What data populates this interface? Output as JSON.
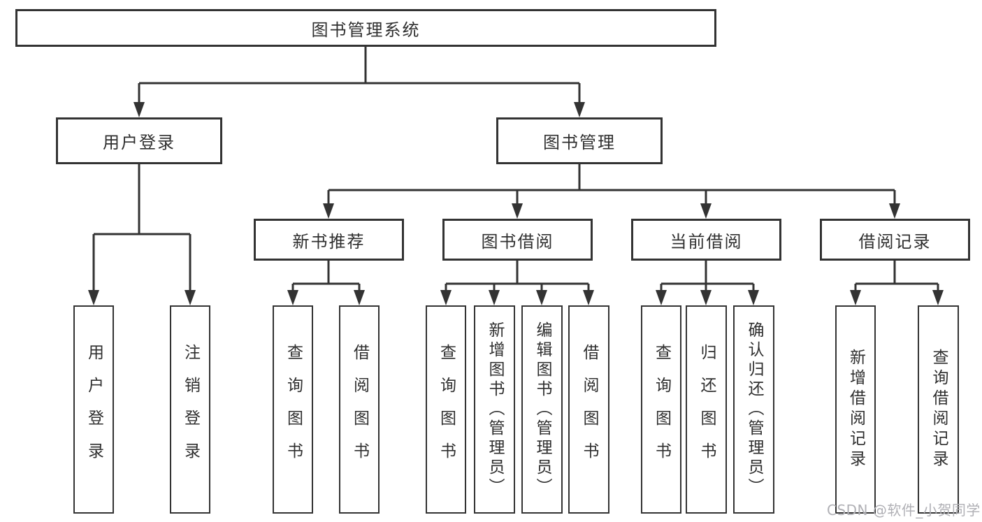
{
  "diagram": {
    "root": {
      "label": "图书管理系统"
    },
    "branches": {
      "user_login": {
        "label": "用户登录",
        "children": [
          {
            "label": "用户登录"
          },
          {
            "label": "注销登录"
          }
        ]
      },
      "book_management": {
        "label": "图书管理",
        "sections": [
          {
            "label": "新书推荐",
            "children": [
              {
                "label": "查询图书"
              },
              {
                "label": "借阅图书"
              }
            ]
          },
          {
            "label": "图书借阅",
            "children": [
              {
                "label": "查询图书"
              },
              {
                "label": "新增图书（管理员）"
              },
              {
                "label": "编辑图书（管理员）"
              },
              {
                "label": "借阅图书"
              }
            ]
          },
          {
            "label": "当前借阅",
            "children": [
              {
                "label": "查询图书"
              },
              {
                "label": "归还图书"
              },
              {
                "label": "确认归还（管理员）"
              }
            ]
          },
          {
            "label": "借阅记录",
            "children": [
              {
                "label": "新增借阅记录"
              },
              {
                "label": "查询借阅记录"
              }
            ]
          }
        ]
      }
    },
    "watermark": "CSDN @软件_小贺同学",
    "colors": {
      "line": "#333333",
      "box_border": "#333333",
      "box_fill": "#ffffff",
      "text": "#2f2f2f",
      "watermark": "#b0b0b5",
      "background": "#ffffff"
    }
  }
}
